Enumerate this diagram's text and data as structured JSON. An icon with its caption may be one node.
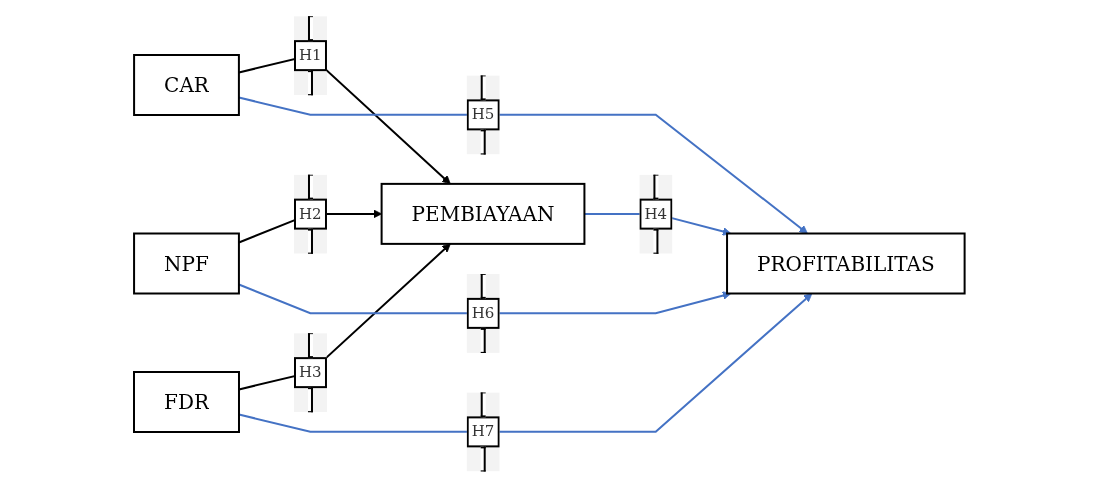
{
  "diagram": {
    "nodes": [
      {
        "text": [
          "CAR"
        ]
      },
      {
        "text": [
          "NPF"
        ]
      },
      {
        "text": [
          "FDR"
        ]
      },
      {
        "text": [
          "PEMBIAYAAN"
        ]
      },
      {
        "text": [
          "PROFITABILITAS"
        ]
      }
    ],
    "edges": [
      {
        "from": 0,
        "to": 3,
        "arrow": "to",
        "label": "H1",
        "color": "#000000"
      },
      {
        "from": 1,
        "to": 3,
        "arrow": "to",
        "label": "H2",
        "color": "#000000"
      },
      {
        "from": 2,
        "to": 3,
        "arrow": "to",
        "label": "H3",
        "color": "#000000"
      },
      {
        "from": 3,
        "to": 4,
        "arrow": "to",
        "label": "H4"
      },
      {
        "from": 0,
        "to": 4,
        "arrow": "to",
        "label": "H5"
      },
      {
        "from": 1,
        "to": 4,
        "arrow": "to",
        "label": "H6"
      },
      {
        "from": 2,
        "to": 4,
        "arrow": "to",
        "label": "H7"
      }
    ]
  }
}
